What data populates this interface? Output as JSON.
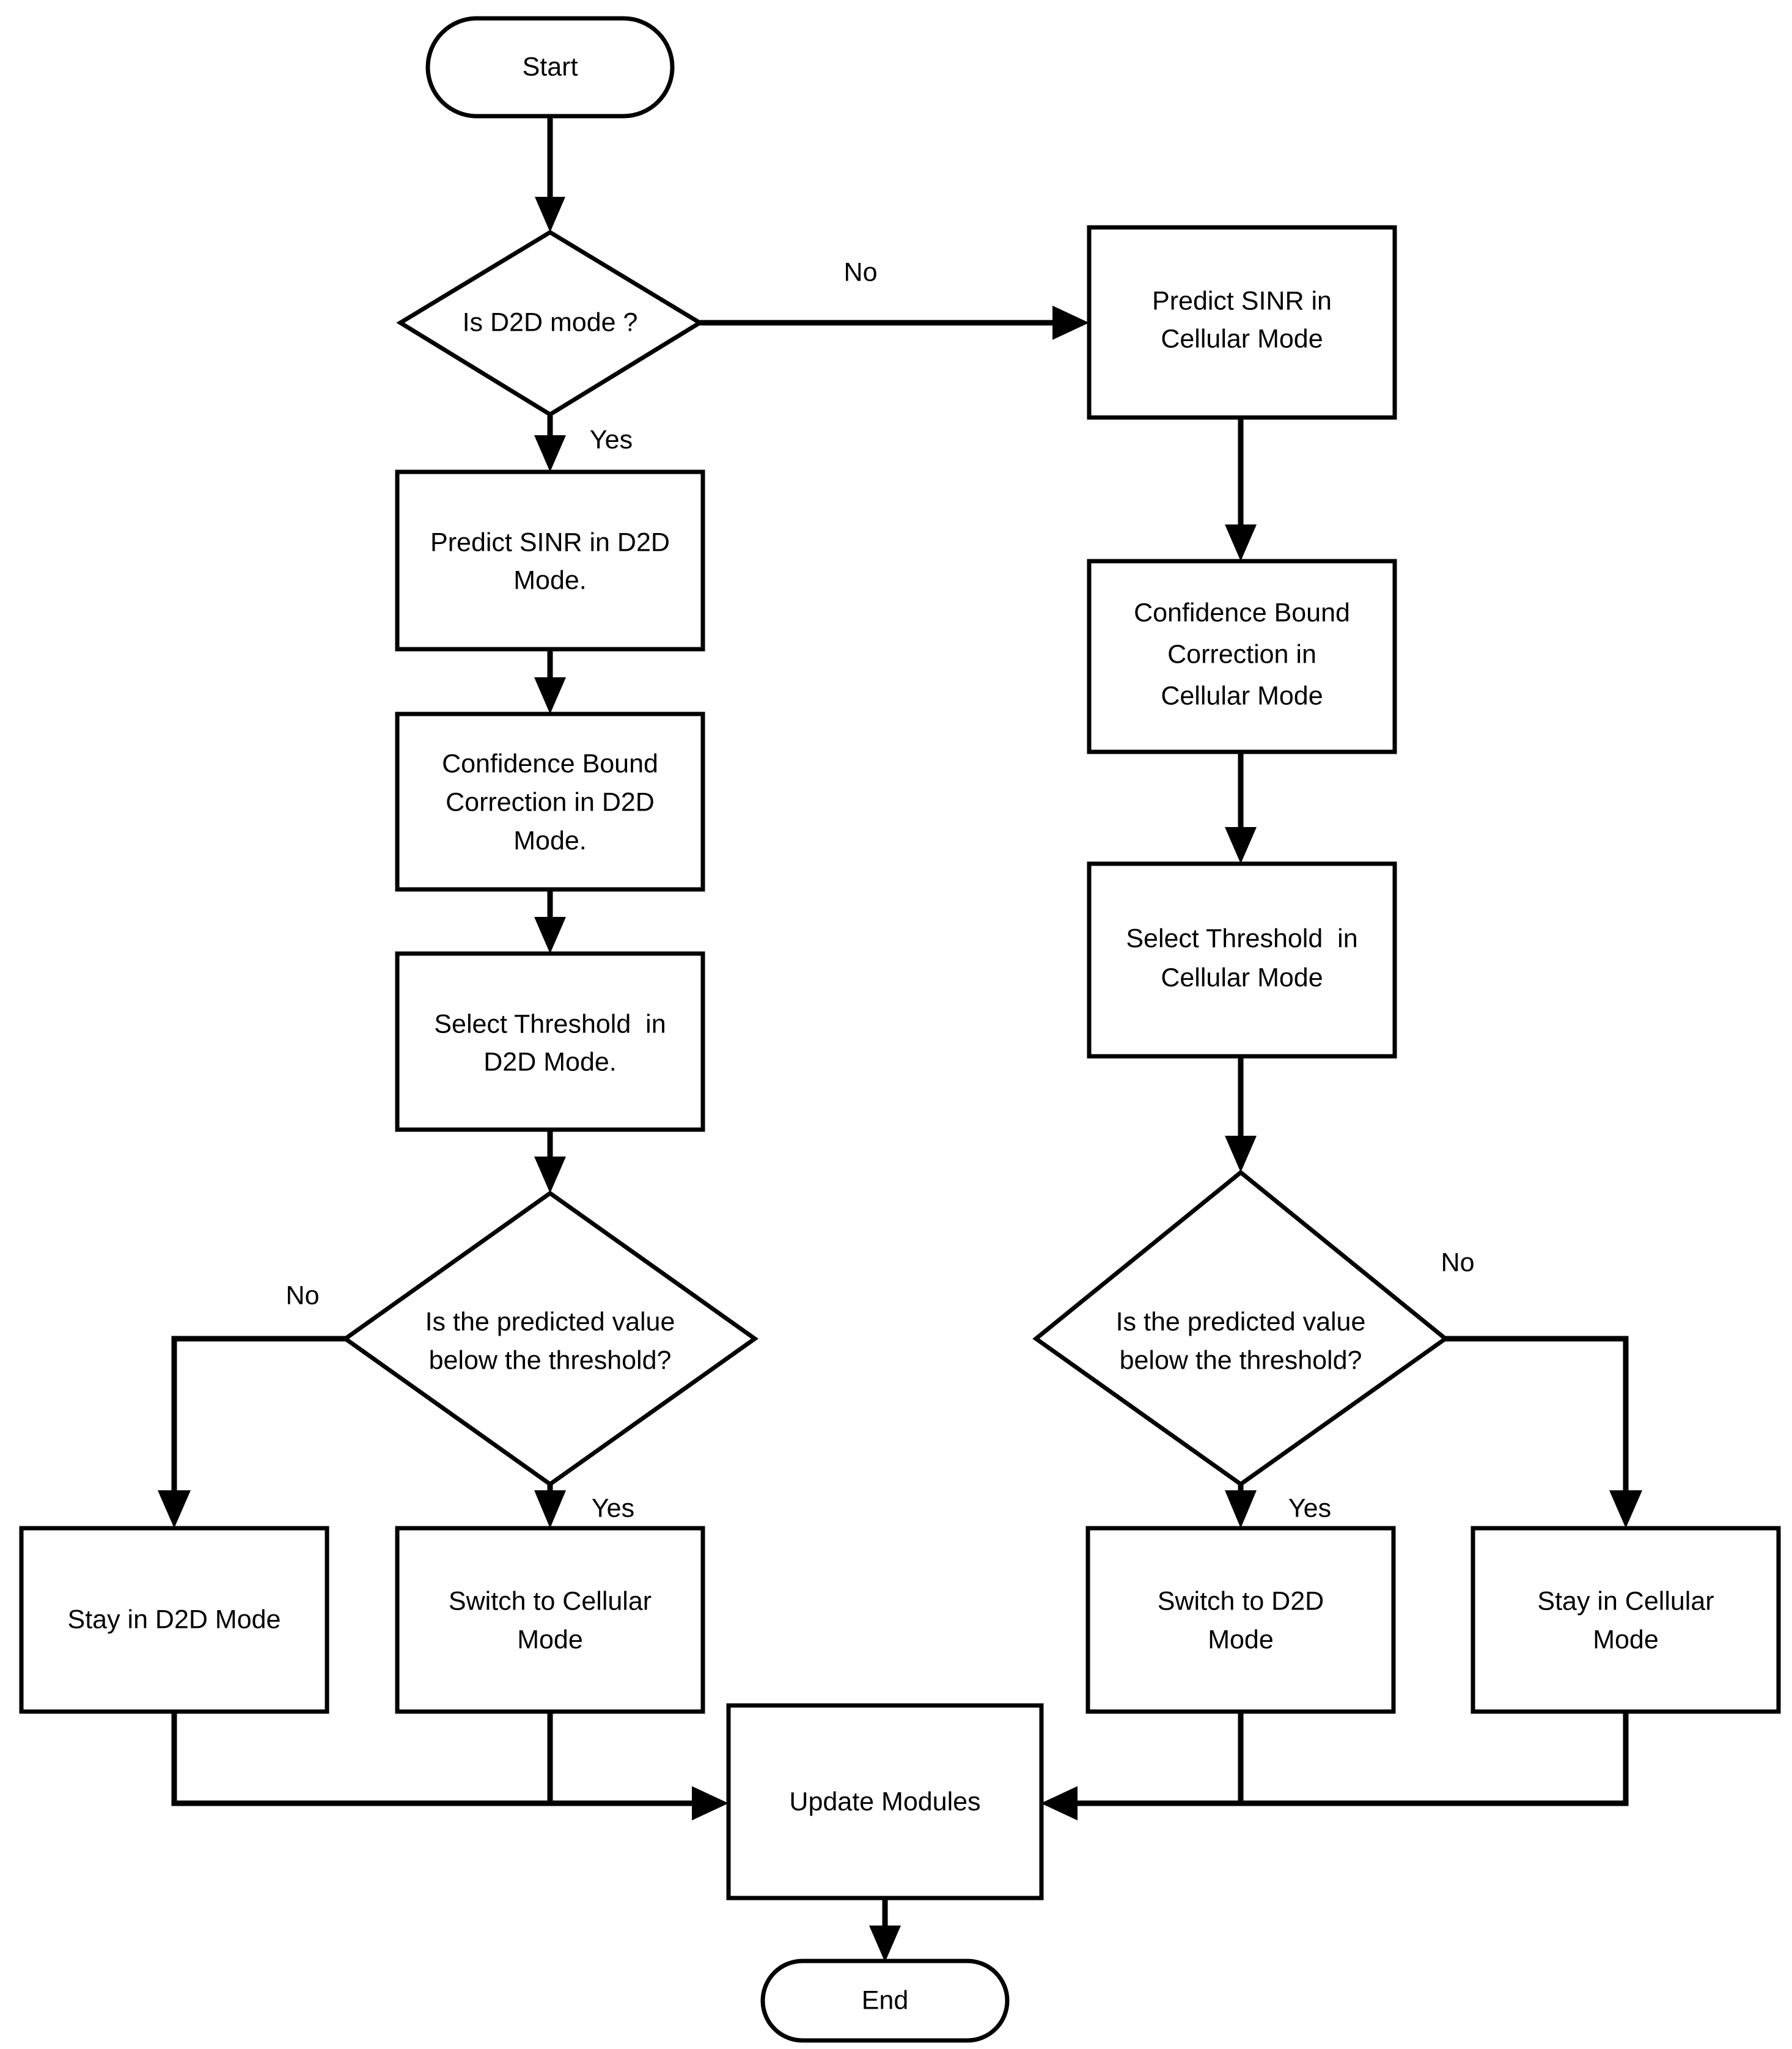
{
  "diagram": {
    "type": "flowchart",
    "title": "",
    "background_color": "#ffffff",
    "line_color": "#000000",
    "text_color": "#000000"
  },
  "nodes": {
    "start": {
      "label": "Start",
      "shape": "terminator"
    },
    "is_d2d_mode": {
      "label": "Is D2D mode ?",
      "shape": "decision"
    },
    "predict_sinr_d2d": {
      "line1": "Predict SINR in D2D",
      "line2": "Mode.",
      "shape": "process"
    },
    "confidence_bound_d2d": {
      "line1": "Confidence Bound",
      "line2": "Correction in D2D",
      "line3": "Mode.",
      "shape": "process"
    },
    "select_threshold_d2d": {
      "line1": "Select Threshold  in",
      "line2": "D2D Mode.",
      "shape": "process"
    },
    "predict_sinr_cellular": {
      "line1": "Predict SINR in",
      "line2": "Cellular Mode",
      "shape": "process"
    },
    "confidence_bound_cellular": {
      "line1": "Confidence Bound",
      "line2": "Correction in",
      "line3": "Cellular Mode",
      "shape": "process"
    },
    "select_threshold_cellular": {
      "line1": "Select Threshold  in",
      "line2": "Cellular Mode",
      "shape": "process"
    },
    "decision_left": {
      "line1": "Is the predicted value",
      "line2": "below the threshold?",
      "shape": "decision"
    },
    "decision_right": {
      "line1": "Is the predicted value",
      "line2": "below the threshold?",
      "shape": "decision"
    },
    "stay_in_d2d": {
      "label": "Stay in D2D Mode",
      "shape": "process"
    },
    "switch_to_cellular": {
      "line1": "Switch to Cellular",
      "line2": "Mode",
      "shape": "process"
    },
    "switch_to_d2d": {
      "line1": "Switch to D2D",
      "line2": "Mode",
      "shape": "process"
    },
    "stay_in_cellular": {
      "line1": "Stay in Cellular",
      "line2": "Mode",
      "shape": "process"
    },
    "update_modules": {
      "label": "Update Modules",
      "shape": "process"
    },
    "end": {
      "label": "End",
      "shape": "terminator"
    }
  },
  "edge_labels": {
    "d2d_no": "No",
    "d2d_yes": "Yes",
    "left_no": "No",
    "left_yes": "Yes",
    "right_no": "No",
    "right_yes": "Yes"
  }
}
